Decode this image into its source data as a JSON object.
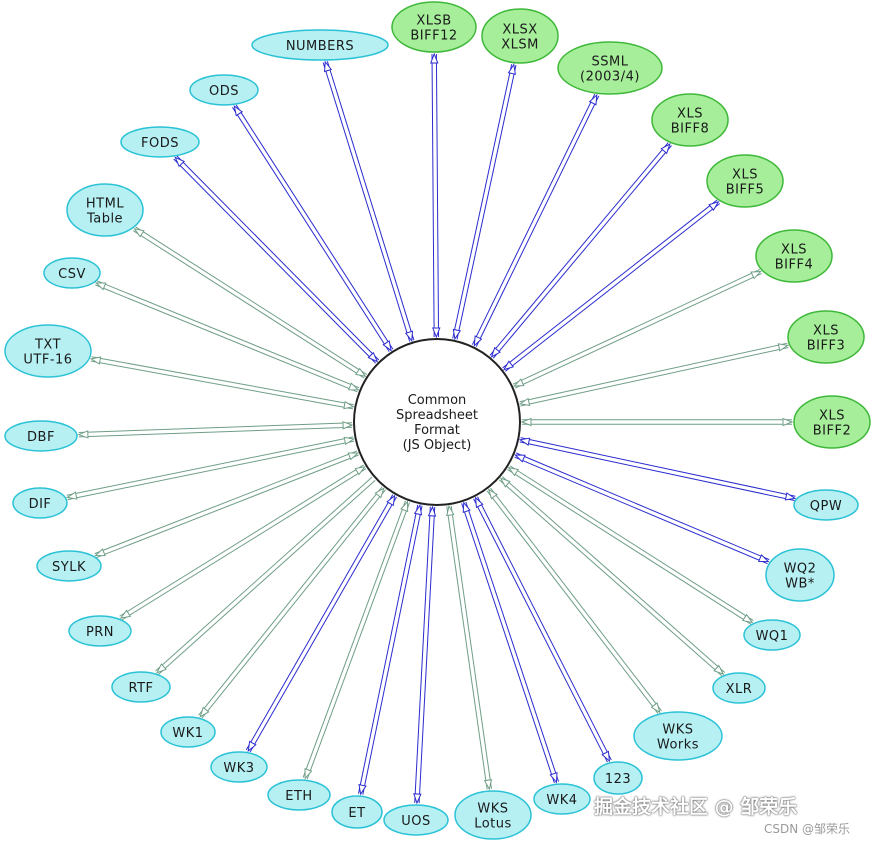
{
  "colors": {
    "input_output_node": "#b6f0f3",
    "input_output_stroke": "#2bc2d6",
    "output_node": "#a6ee9a",
    "output_stroke": "#3fb83a",
    "read_only_arrow": "#2b2bcf",
    "read_write_arrow": "#6f9e86",
    "center_stroke": "#222222"
  },
  "center": {
    "lines": [
      "Common",
      "Spreadsheet",
      "Format",
      "(JS Object)"
    ]
  },
  "nodes": [
    {
      "id": "numbers",
      "lines": [
        "NUMBERS"
      ],
      "kind": "io",
      "arrow": "read"
    },
    {
      "id": "xlsb",
      "lines": [
        "XLSB",
        "BIFF12"
      ],
      "kind": "rw",
      "arrow": "read"
    },
    {
      "id": "xlsx",
      "lines": [
        "XLSX",
        "XLSM"
      ],
      "kind": "rw",
      "arrow": "read"
    },
    {
      "id": "ssml",
      "lines": [
        "SSML",
        "(2003/4)"
      ],
      "kind": "rw",
      "arrow": "read"
    },
    {
      "id": "biff8",
      "lines": [
        "XLS",
        "BIFF8"
      ],
      "kind": "rw",
      "arrow": "read"
    },
    {
      "id": "biff5",
      "lines": [
        "XLS",
        "BIFF5"
      ],
      "kind": "rw",
      "arrow": "read"
    },
    {
      "id": "biff4",
      "lines": [
        "XLS",
        "BIFF4"
      ],
      "kind": "rw",
      "arrow": "rw"
    },
    {
      "id": "biff3",
      "lines": [
        "XLS",
        "BIFF3"
      ],
      "kind": "rw",
      "arrow": "rw"
    },
    {
      "id": "biff2",
      "lines": [
        "XLS",
        "BIFF2"
      ],
      "kind": "rw",
      "arrow": "rw"
    },
    {
      "id": "qpw",
      "lines": [
        "QPW"
      ],
      "kind": "io",
      "arrow": "read"
    },
    {
      "id": "wq2",
      "lines": [
        "WQ2",
        "WB*"
      ],
      "kind": "io",
      "arrow": "read"
    },
    {
      "id": "wq1",
      "lines": [
        "WQ1"
      ],
      "kind": "io",
      "arrow": "rw"
    },
    {
      "id": "xlr",
      "lines": [
        "XLR"
      ],
      "kind": "io",
      "arrow": "rw"
    },
    {
      "id": "works",
      "lines": [
        "WKS",
        "Works"
      ],
      "kind": "io",
      "arrow": "rw"
    },
    {
      "id": "n123",
      "lines": [
        "123"
      ],
      "kind": "io",
      "arrow": "read"
    },
    {
      "id": "wk4",
      "lines": [
        "WK4"
      ],
      "kind": "io",
      "arrow": "read"
    },
    {
      "id": "lotus",
      "lines": [
        "WKS",
        "Lotus"
      ],
      "kind": "io",
      "arrow": "rw"
    },
    {
      "id": "uos",
      "lines": [
        "UOS"
      ],
      "kind": "io",
      "arrow": "read"
    },
    {
      "id": "et",
      "lines": [
        "ET"
      ],
      "kind": "io",
      "arrow": "read"
    },
    {
      "id": "eth",
      "lines": [
        "ETH"
      ],
      "kind": "io",
      "arrow": "rw"
    },
    {
      "id": "wk3",
      "lines": [
        "WK3"
      ],
      "kind": "io",
      "arrow": "read"
    },
    {
      "id": "wk1",
      "lines": [
        "WK1"
      ],
      "kind": "io",
      "arrow": "rw"
    },
    {
      "id": "rtf",
      "lines": [
        "RTF"
      ],
      "kind": "io",
      "arrow": "write"
    },
    {
      "id": "prn",
      "lines": [
        "PRN"
      ],
      "kind": "io",
      "arrow": "rw"
    },
    {
      "id": "sylk",
      "lines": [
        "SYLK"
      ],
      "kind": "io",
      "arrow": "rw"
    },
    {
      "id": "dif",
      "lines": [
        "DIF"
      ],
      "kind": "io",
      "arrow": "rw"
    },
    {
      "id": "dbf",
      "lines": [
        "DBF"
      ],
      "kind": "io",
      "arrow": "rw"
    },
    {
      "id": "txt",
      "lines": [
        "TXT",
        "UTF-16"
      ],
      "kind": "io",
      "arrow": "rw"
    },
    {
      "id": "csv",
      "lines": [
        "CSV"
      ],
      "kind": "io",
      "arrow": "rw"
    },
    {
      "id": "html",
      "lines": [
        "HTML",
        "Table"
      ],
      "kind": "io",
      "arrow": "rw"
    },
    {
      "id": "fods",
      "lines": [
        "FODS"
      ],
      "kind": "io",
      "arrow": "read"
    },
    {
      "id": "ods",
      "lines": [
        "ODS"
      ],
      "kind": "io",
      "arrow": "read"
    }
  ],
  "watermark": {
    "main": "掘金技术社区 @ 邹荣乐",
    "sub": "CSDN @邹荣乐"
  }
}
